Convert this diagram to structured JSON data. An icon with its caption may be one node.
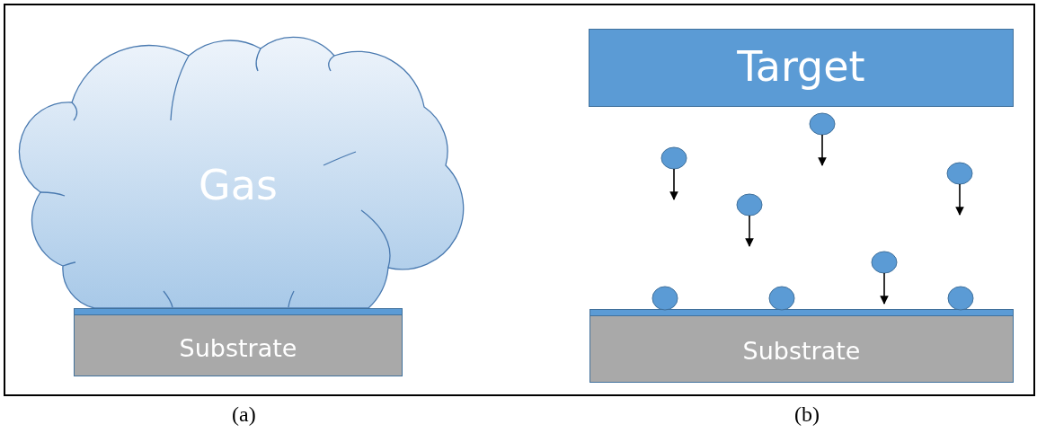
{
  "diagram": {
    "nodes": [
      {
        "text": [
          "Gas"
        ]
      },
      {
        "text": [
          "Substrate"
        ]
      },
      {
        "text": [
          "Target"
        ]
      },
      {
        "text": [
          "Substrate"
        ]
      }
    ],
    "labels": [
      "(a)",
      "(b)"
    ]
  }
}
